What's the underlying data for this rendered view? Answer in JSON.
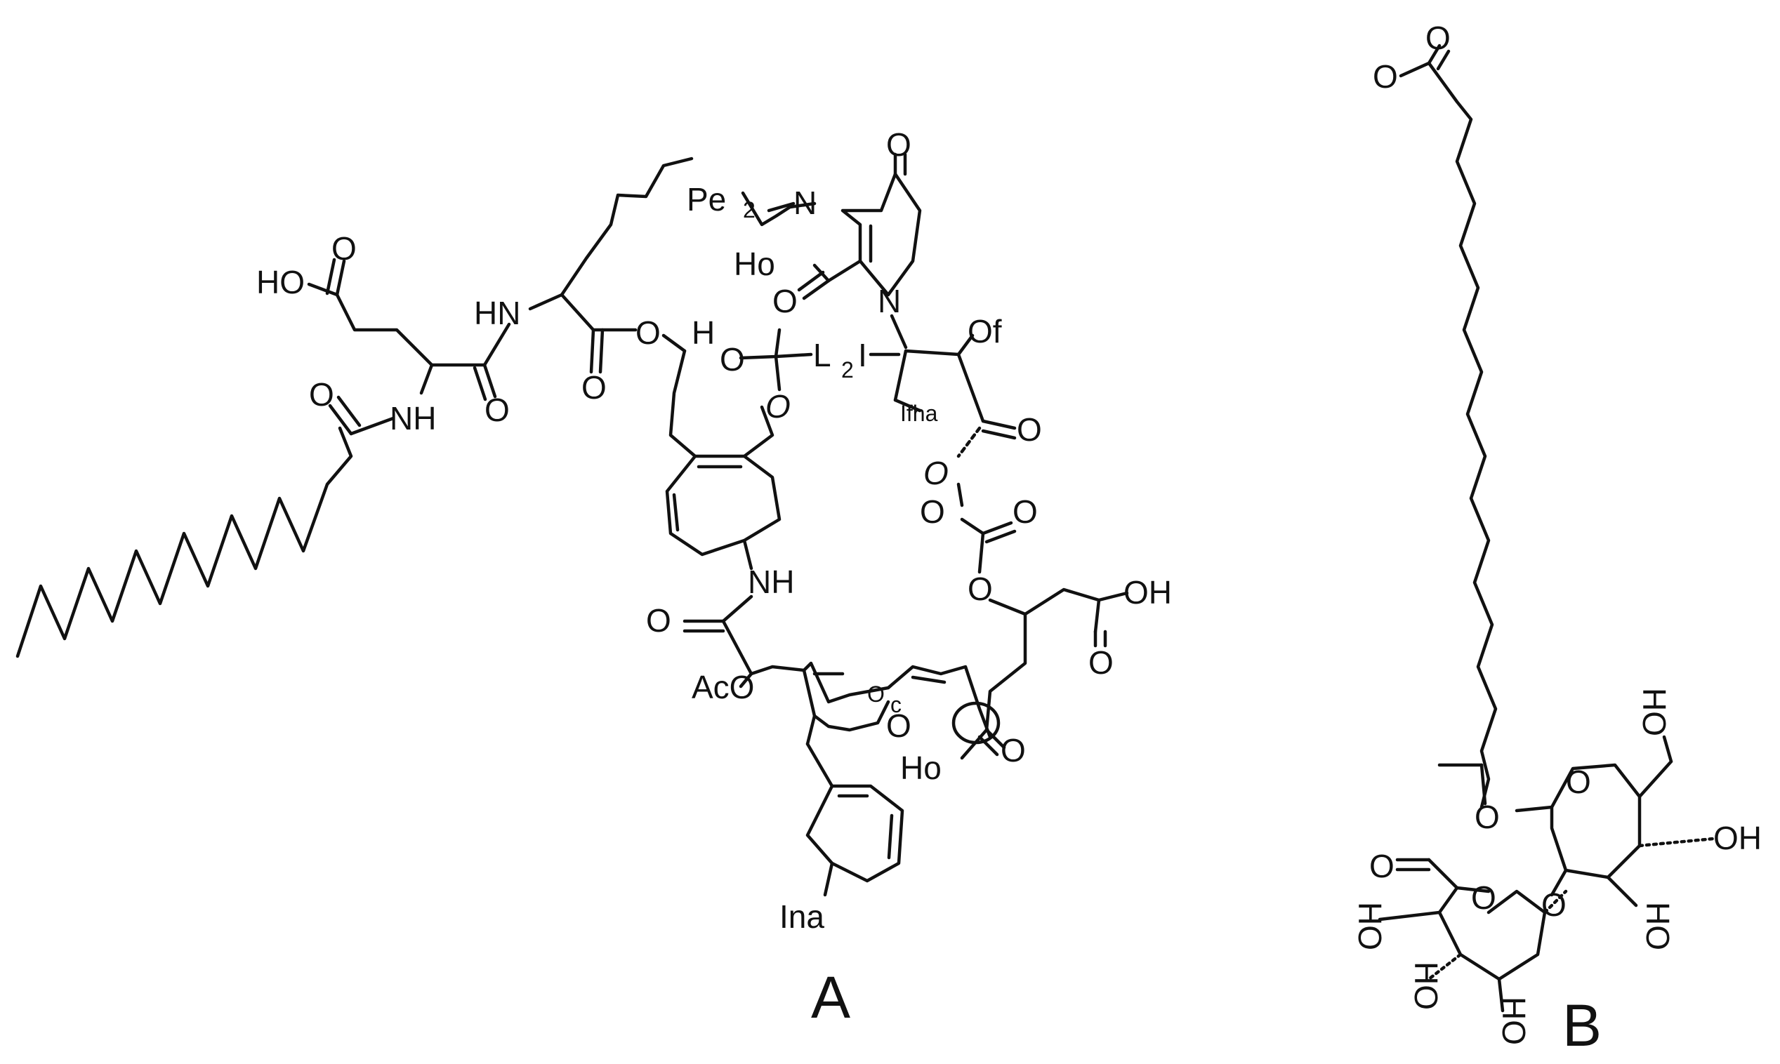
{
  "figure": {
    "panels": [
      {
        "id": "A",
        "label": "A"
      },
      {
        "id": "B",
        "label": "B"
      }
    ]
  },
  "molecule_a": {
    "atom_labels": {
      "hooh": "HO",
      "o_acid_top": "O",
      "hn_left": "HN",
      "nh_left": "NH",
      "o_amide1": "O",
      "o_amide2": "O",
      "o_ester": "O",
      "o_ester2": "O",
      "h_mid": "H",
      "o_mid": "O",
      "o_mid2": "O",
      "l2i": "L",
      "l2i_sub": "2",
      "l2i_i": "I",
      "pe": "Pe",
      "pe_sub": "2",
      "n_imine": "N",
      "o_ketone": "O",
      "ho_ring": "Ho",
      "n_ring": "N",
      "o_carboxyl": "O",
      "of": "Of",
      "ifha": "Ifha",
      "o_lactone": "O",
      "o_ring_dash": "O",
      "o_carbonate1": "O",
      "o_carbonate2": "O",
      "o_ether": "O",
      "oh_right": "OH",
      "o_right_acid": "O",
      "nh_mid": "NH",
      "o_amide3": "O",
      "aco": "AcO",
      "o_c": "O",
      "c_label": "c",
      "o_pyran": "O",
      "ho_bottom": "Ho",
      "o_bottom": "O",
      "ina": "Ina"
    }
  },
  "molecule_b": {
    "atom_labels": {
      "o_top": "O",
      "o_top2": "O",
      "o_glyco": "O",
      "o_ring1": "O",
      "ho_top": "HO",
      "oh_right": "OH",
      "ho_right_bottom": "HO",
      "o_link": "O",
      "o_ring2": "O",
      "o_aldehyde": "O",
      "ho_left1": "HO",
      "ho_left2": "HO",
      "ho_bottom": "HO"
    }
  }
}
